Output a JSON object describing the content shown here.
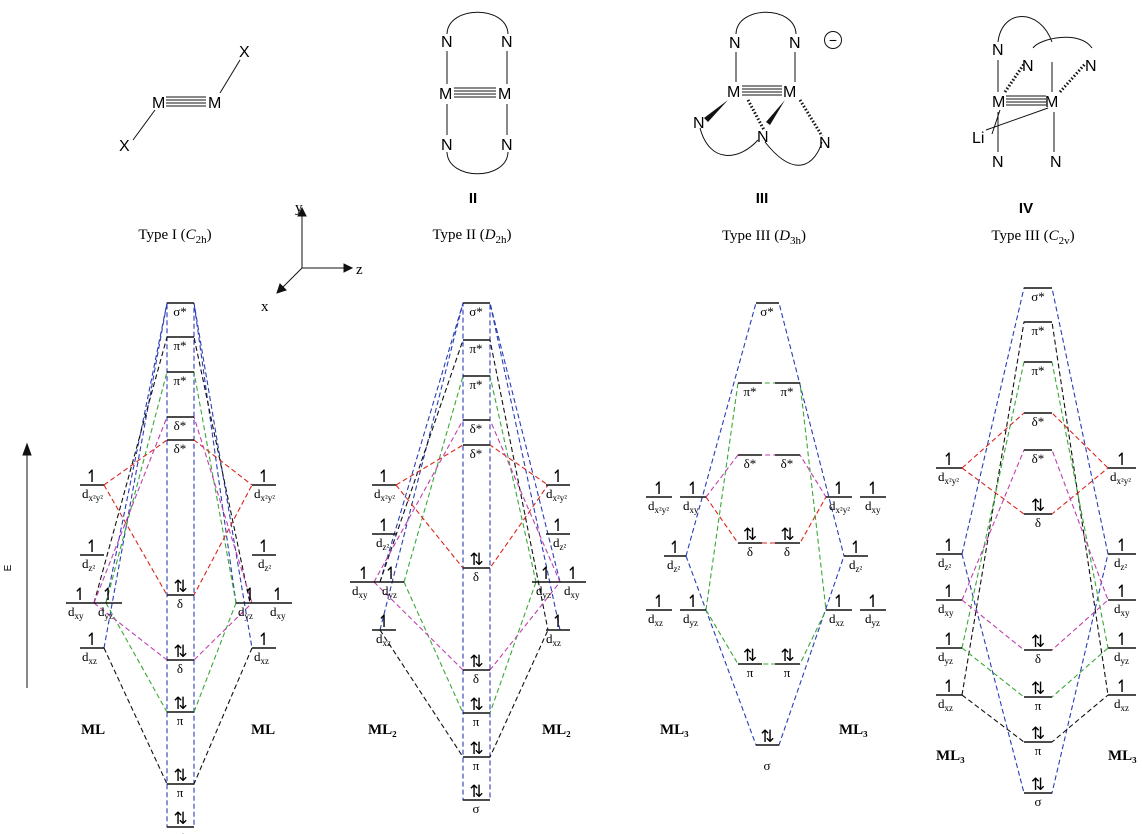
{
  "structures": [
    {
      "atoms": [
        "M",
        "M",
        "X",
        "X"
      ],
      "label": "",
      "caption": {
        "pre": "Type I (",
        "sym": "C",
        "sub": "2h",
        "post": ")"
      }
    },
    {
      "atoms": [
        "N",
        "N",
        "M",
        "M",
        "N",
        "N"
      ],
      "label": "II",
      "caption": {
        "pre": "Type II (",
        "sym": "D",
        "sub": "2h",
        "post": ")"
      }
    },
    {
      "atoms": [
        "N",
        "N",
        "M",
        "M",
        "N",
        "N",
        "N"
      ],
      "label": "III",
      "charge": "−",
      "caption": {
        "pre": "Type III (",
        "sym": "D",
        "sub": "3h",
        "post": ")"
      }
    },
    {
      "atoms": [
        "N",
        "N",
        "N",
        "M",
        "M",
        "Li",
        "N",
        "N"
      ],
      "label": "IV",
      "caption": {
        "pre": "Type III (",
        "sym": "C",
        "sub": "2v",
        "post": ")"
      }
    }
  ],
  "axes": {
    "y": "y",
    "z": "z",
    "x": "x"
  },
  "energy_axis": "E",
  "electron_symbols": {
    "single": "↿",
    "paired": "⇅"
  },
  "mo_labels": {
    "sigma_star": "σ*",
    "pi_star": "π*",
    "delta_star": "δ*",
    "delta": "δ",
    "pi": "π",
    "sigma": "σ"
  },
  "ao": {
    "d": "d",
    "x2y2": "x²y²",
    "z2": "z²",
    "xy": "xy",
    "yz": "yz",
    "xz": "xz"
  },
  "fragment_labels": {
    "ML": "ML",
    "ML2": "ML₂",
    "ML3": "ML₃"
  },
  "colors": {
    "sigma": "#2a3db5",
    "pi_a": "#111111",
    "pi_b": "#39a83a",
    "delta_a": "#d9261c",
    "delta_b": "#c03fae"
  }
}
